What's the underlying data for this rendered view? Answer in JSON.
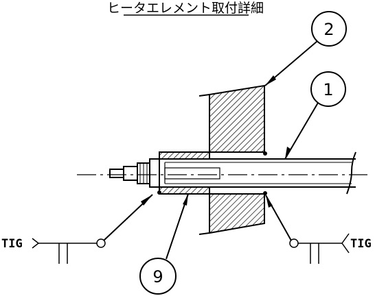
{
  "drawing": {
    "title": "ヒータエレメント取付詳細",
    "balloons": [
      {
        "id": "balloon-2",
        "label": "2"
      },
      {
        "id": "balloon-1",
        "label": "1"
      },
      {
        "id": "balloon-9",
        "label": "9"
      }
    ],
    "weld_symbols": {
      "left_label": "TIG",
      "right_label": "TIG"
    }
  }
}
